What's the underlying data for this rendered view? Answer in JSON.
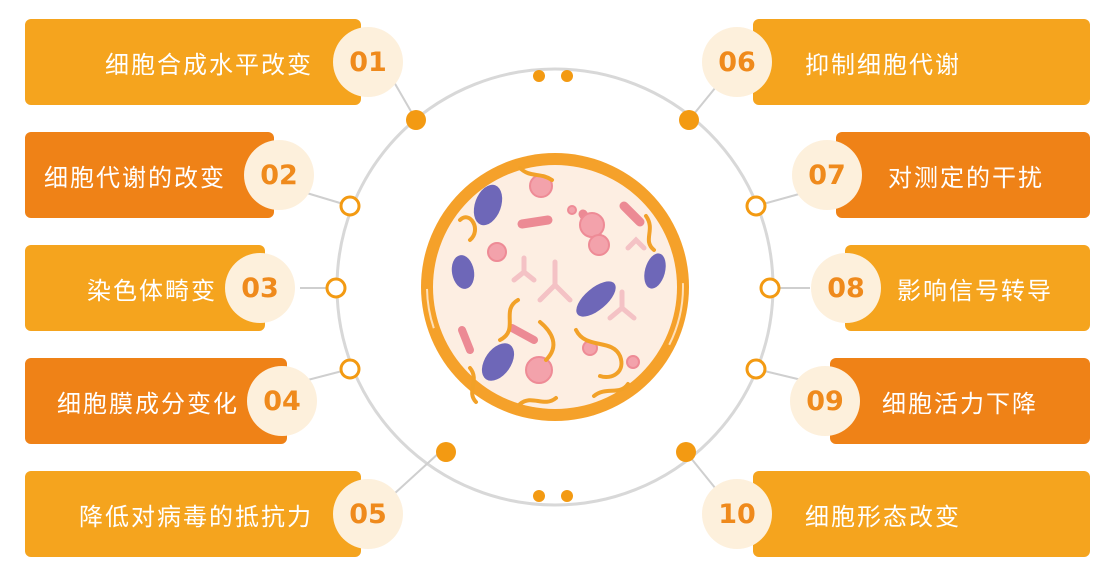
{
  "items": [
    {
      "num": "01",
      "label": "细胞合成水平改变"
    },
    {
      "num": "02",
      "label": "细胞代谢的改变"
    },
    {
      "num": "03",
      "label": "染色体畸变"
    },
    {
      "num": "04",
      "label": "细胞膜成分变化"
    },
    {
      "num": "05",
      "label": "降低对病毒的抵抗力"
    },
    {
      "num": "06",
      "label": "抑制细胞代谢"
    },
    {
      "num": "07",
      "label": "对测定的干扰"
    },
    {
      "num": "08",
      "label": "影响信号转导"
    },
    {
      "num": "09",
      "label": "细胞活力下降"
    },
    {
      "num": "10",
      "label": "细胞形态改变"
    }
  ],
  "colors": {
    "orange_light": "#f5a41e",
    "orange_dark": "#ef8217",
    "badge_bg": "#fdf0dc",
    "badge_text": "#ef8a1c",
    "ring": "#d9d9d9",
    "petri_border": "#f39a2a",
    "petri_fill": "#fdeee2"
  }
}
